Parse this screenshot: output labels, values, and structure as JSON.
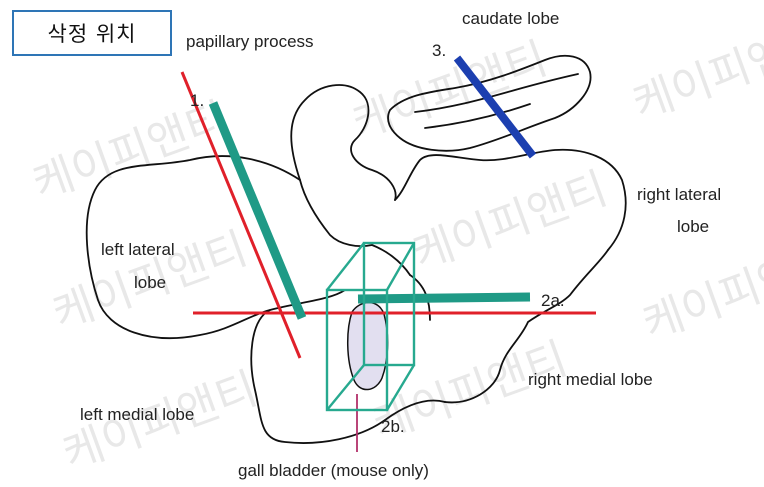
{
  "title_box": "삭정 위치",
  "labels": {
    "papillary_process": "papillary process",
    "caudate_lobe": "caudate lobe",
    "right_lateral_line1": "right lateral",
    "right_lateral_line2": "lobe",
    "left_lateral_line1": "left lateral",
    "left_lateral_line2": "lobe",
    "right_medial_lobe": "right medial lobe",
    "left_medial_lobe": "left medial lobe",
    "gall_bladder": "gall bladder (mouse only)"
  },
  "markers": {
    "m1": "1.",
    "m2a": "2a.",
    "m2b": "2b.",
    "m3": "3."
  },
  "watermark": {
    "text": "케이피앤티"
  },
  "colors": {
    "outline": "#111111",
    "cut_red": "#e0202a",
    "cut_teal": "#1f9a86",
    "cut_blue": "#1c3fb0",
    "box_teal": "#27a98f",
    "gallbladder_fill": "#e2dff0",
    "title_border": "#2e75b6"
  }
}
